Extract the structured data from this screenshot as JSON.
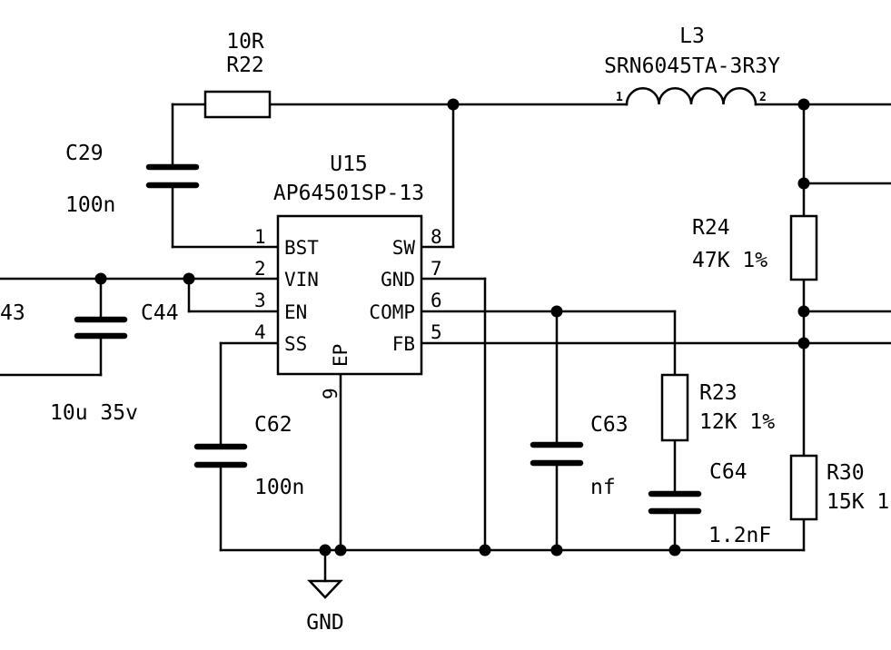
{
  "components": {
    "r22": {
      "value": "10R",
      "ref": "R22"
    },
    "l3": {
      "ref": "L3",
      "part": "SRN6045TA-3R3Y",
      "pin1": "1",
      "pin2": "2"
    },
    "c29": {
      "ref": "C29",
      "value": "100n"
    },
    "u15": {
      "ref": "U15",
      "part": "AP64501SP-13"
    },
    "c44": {
      "ref": "C44",
      "value": "10u 35v",
      "partial_ref": "43"
    },
    "c62": {
      "ref": "C62",
      "value": "100n"
    },
    "c63": {
      "ref": "C63",
      "value": "nf"
    },
    "r23": {
      "ref": "R23",
      "value": "12K 1%"
    },
    "c64": {
      "ref": "C64",
      "value": "1.2nF"
    },
    "r24": {
      "ref": "R24",
      "value": "47K 1%"
    },
    "r30": {
      "ref": "R30",
      "value": "15K 1"
    }
  },
  "ic_pins": {
    "left": [
      {
        "num": "1",
        "name": "BST"
      },
      {
        "num": "2",
        "name": "VIN"
      },
      {
        "num": "3",
        "name": "EN"
      },
      {
        "num": "4",
        "name": "SS"
      }
    ],
    "right": [
      {
        "num": "8",
        "name": "SW"
      },
      {
        "num": "7",
        "name": "GND"
      },
      {
        "num": "6",
        "name": "COMP"
      },
      {
        "num": "5",
        "name": "FB"
      }
    ],
    "bottom": {
      "num": "9",
      "name": "EP"
    }
  },
  "ground": {
    "label": "GND"
  }
}
